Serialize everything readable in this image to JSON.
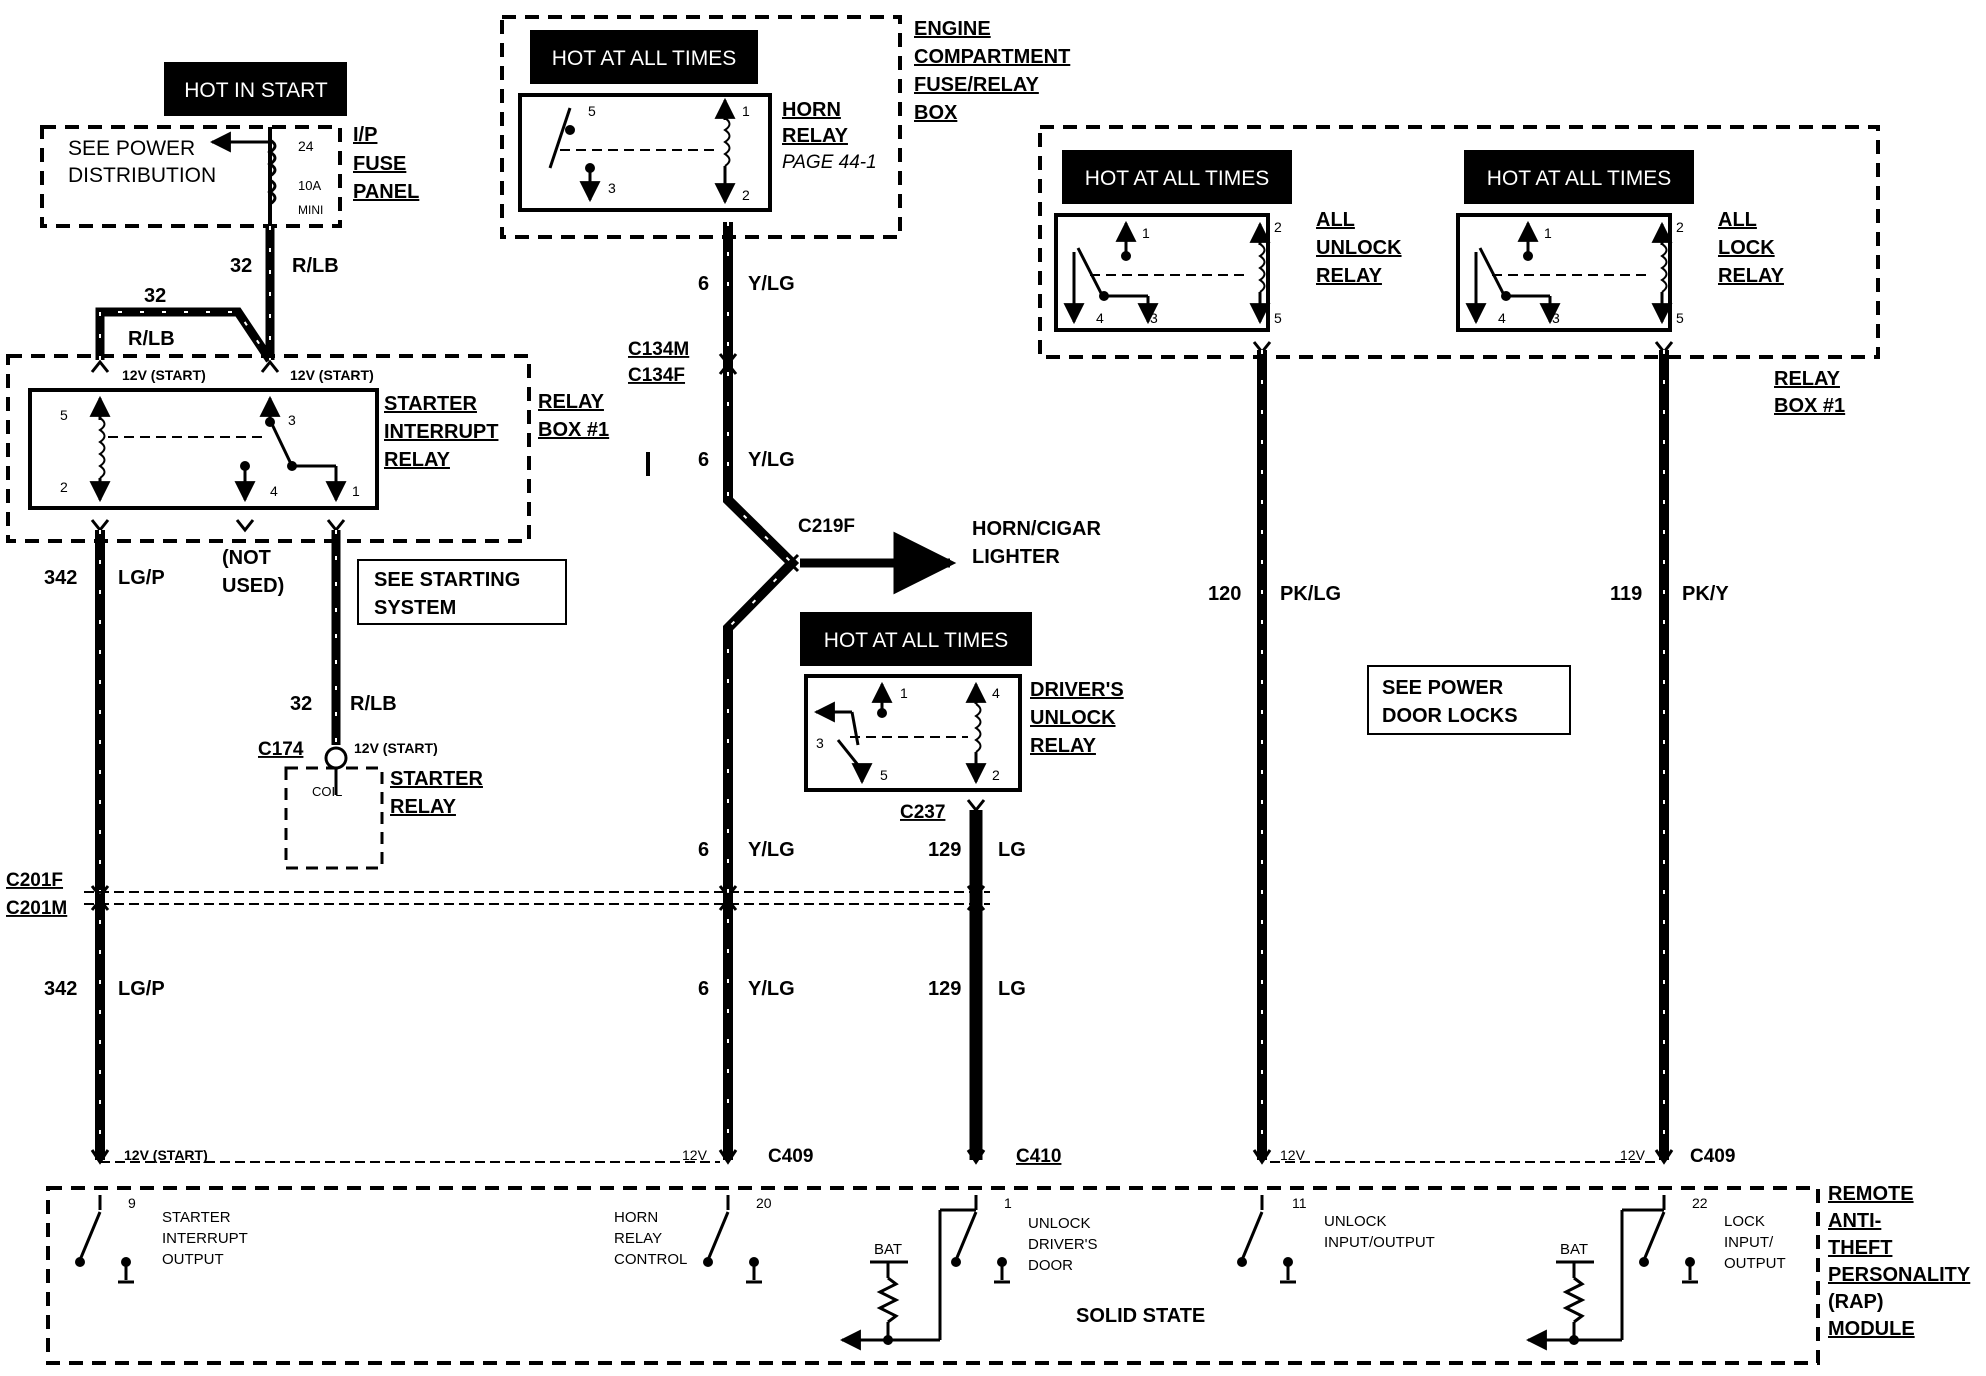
{
  "hot_labels": {
    "start": "HOT IN START",
    "engine": "HOT AT ALL TIMES",
    "unlock": "HOT AT ALL TIMES",
    "lock": "HOT AT ALL TIMES",
    "driver": "HOT AT ALL TIMES"
  },
  "fuse_panel": {
    "see": [
      "SEE POWER",
      "DISTRIBUTION"
    ],
    "name": [
      "I/P",
      "FUSE",
      "PANEL"
    ],
    "fuse_num": "24",
    "fuse_rating": [
      "10A",
      "MINI"
    ]
  },
  "engine_box": {
    "name": [
      "ENGINE",
      "COMPARTMENT",
      "FUSE/RELAY",
      "BOX"
    ],
    "relay": [
      "HORN",
      "RELAY"
    ],
    "page": "PAGE 44-1"
  },
  "relay_box": {
    "left_name": [
      "RELAY",
      "BOX #1"
    ],
    "right_name": [
      "RELAY",
      "BOX #1"
    ]
  },
  "relays": {
    "starter_interrupt": [
      "STARTER",
      "INTERRUPT",
      "RELAY"
    ],
    "all_unlock": [
      "ALL",
      "UNLOCK",
      "RELAY"
    ],
    "all_lock": [
      "ALL",
      "LOCK",
      "RELAY"
    ],
    "drivers_unlock": [
      "DRIVER'S",
      "UNLOCK",
      "RELAY"
    ],
    "starter_relay": [
      "STARTER",
      "RELAY"
    ],
    "coil": "COIL"
  },
  "pins": {
    "horn": [
      "5",
      "3",
      "1",
      "2"
    ],
    "unlock": [
      "1",
      "4",
      "3",
      "2",
      "5"
    ],
    "lock": [
      "1",
      "4",
      "3",
      "2",
      "5"
    ],
    "starter": [
      "5",
      "2",
      "4",
      "3",
      "1"
    ],
    "driver": [
      "1",
      "3",
      "5",
      "4",
      "2"
    ]
  },
  "wires": {
    "c32_top": "32",
    "rlb_top": "R/LB",
    "c32_loop": "32",
    "rlb_loop": "R/LB",
    "c342_a": "342",
    "lgp_a": "LG/P",
    "c342_b": "342",
    "lgp_b": "LG/P",
    "c32_lower": "32",
    "rlb_lower": "R/LB",
    "c6_a": "6",
    "ylg_a": "Y/LG",
    "c6_b": "6",
    "ylg_b": "Y/LG",
    "c6_c": "6",
    "ylg_c": "Y/LG",
    "c6_d": "6",
    "ylg_d": "Y/LG",
    "c129_a": "129",
    "lg_a": "LG",
    "c129_b": "129",
    "lg_b": "LG",
    "c120": "120",
    "pklg": "PK/LG",
    "c119": "119",
    "pky": "PK/Y"
  },
  "voltages": {
    "start_a": "12V (START)",
    "start_b": "12V (START)",
    "start_c": "12V (START)",
    "start_d": "12V (START)",
    "v12_a": "12V",
    "v12_b": "12V",
    "v12_c": "12V"
  },
  "connectors": {
    "c134m": "C134M",
    "c134f": "C134F",
    "c219f": "C219F",
    "c174": "C174",
    "c237": "C237",
    "c201f": "C201F",
    "c201m": "C201M",
    "c409_a": "C409",
    "c410": "C410",
    "c409_b": "C409"
  },
  "notes": {
    "not_used": [
      "(NOT",
      "USED)"
    ],
    "see_starting": [
      "SEE STARTING",
      "SYSTEM"
    ],
    "see_power_locks": [
      "SEE POWER",
      "DOOR LOCKS"
    ],
    "horn_cigar": [
      "HORN/CIGAR",
      "LIGHTER"
    ]
  },
  "module": {
    "name": [
      "REMOTE",
      "ANTI-",
      "THEFT",
      "PERSONALITY",
      "(RAP)",
      "MODULE"
    ],
    "solid_state": "SOLID STATE",
    "bat_a": "BAT",
    "bat_b": "BAT",
    "pin9": "9",
    "pin20": "20",
    "pin1": "1",
    "pin11": "11",
    "pin22": "22",
    "starter_out": [
      "STARTER",
      "INTERRUPT",
      "OUTPUT"
    ],
    "horn_ctrl": [
      "HORN",
      "RELAY",
      "CONTROL"
    ],
    "unlock_drv": [
      "UNLOCK",
      "DRIVER'S",
      "DOOR"
    ],
    "unlock_io": [
      "UNLOCK",
      "INPUT/OUTPUT"
    ],
    "lock_io": [
      "LOCK",
      "INPUT/",
      "OUTPUT"
    ]
  }
}
